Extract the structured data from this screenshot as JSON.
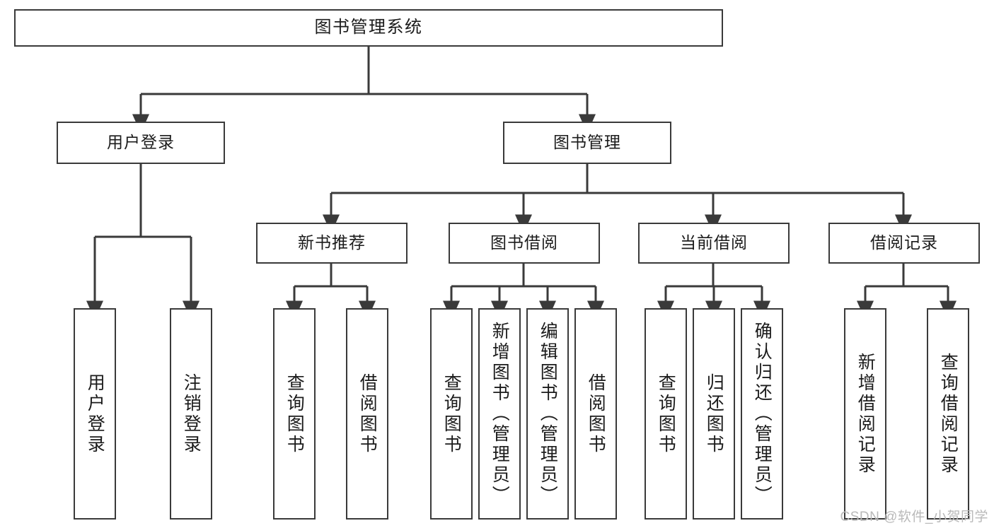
{
  "diagram": {
    "type": "tree-hierarchy-chart",
    "title": "图书管理系统",
    "orientation": "top-down",
    "watermark": "CSDN @软件_小贺同学",
    "colors": {
      "box_border": "#3a3a3a",
      "box_fill": "#ffffff",
      "connector": "#3a3a3a",
      "text": "#1b1b1b",
      "watermark": "#b9b9b9"
    },
    "levels": [
      {
        "level": 1,
        "nodes": [
          {
            "id": "root",
            "label": "图书管理系统",
            "text_direction": "horizontal"
          }
        ]
      },
      {
        "level": 2,
        "nodes": [
          {
            "id": "login",
            "label": "用户登录",
            "text_direction": "horizontal",
            "parent": "root"
          },
          {
            "id": "bookmgmt",
            "label": "图书管理",
            "text_direction": "horizontal",
            "parent": "root"
          }
        ]
      },
      {
        "level": 3,
        "nodes": [
          {
            "id": "newbook",
            "label": "新书推荐",
            "text_direction": "horizontal",
            "parent": "bookmgmt"
          },
          {
            "id": "borrow",
            "label": "图书借阅",
            "text_direction": "horizontal",
            "parent": "bookmgmt"
          },
          {
            "id": "current",
            "label": "当前借阅",
            "text_direction": "horizontal",
            "parent": "bookmgmt"
          },
          {
            "id": "records",
            "label": "借阅记录",
            "text_direction": "horizontal",
            "parent": "bookmgmt"
          }
        ]
      },
      {
        "level": 4,
        "nodes": [
          {
            "id": "leaf1",
            "label": "用户登录",
            "text_direction": "vertical",
            "parent": "login"
          },
          {
            "id": "leaf2",
            "label": "注销登录",
            "text_direction": "vertical",
            "parent": "login"
          },
          {
            "id": "leaf3",
            "label": "查询图书",
            "text_direction": "vertical",
            "parent": "newbook"
          },
          {
            "id": "leaf4",
            "label": "借阅图书",
            "text_direction": "vertical",
            "parent": "newbook"
          },
          {
            "id": "leaf5",
            "label": "查询图书",
            "text_direction": "vertical",
            "parent": "borrow"
          },
          {
            "id": "leaf6",
            "label": "新增图书（管理员）",
            "text_direction": "vertical",
            "parent": "borrow"
          },
          {
            "id": "leaf7",
            "label": "编辑图书（管理员）",
            "text_direction": "vertical",
            "parent": "borrow"
          },
          {
            "id": "leaf8",
            "label": "借阅图书",
            "text_direction": "vertical",
            "parent": "borrow"
          },
          {
            "id": "leaf9",
            "label": "查询图书",
            "text_direction": "vertical",
            "parent": "current"
          },
          {
            "id": "leaf10",
            "label": "归还图书",
            "text_direction": "vertical",
            "parent": "current"
          },
          {
            "id": "leaf11",
            "label": "确认归还（管理员）",
            "text_direction": "vertical",
            "parent": "current"
          },
          {
            "id": "leaf12",
            "label": "新增借阅记录",
            "text_direction": "vertical",
            "parent": "records"
          },
          {
            "id": "leaf13",
            "label": "查询借阅记录",
            "text_direction": "vertical",
            "parent": "records"
          }
        ]
      }
    ]
  }
}
